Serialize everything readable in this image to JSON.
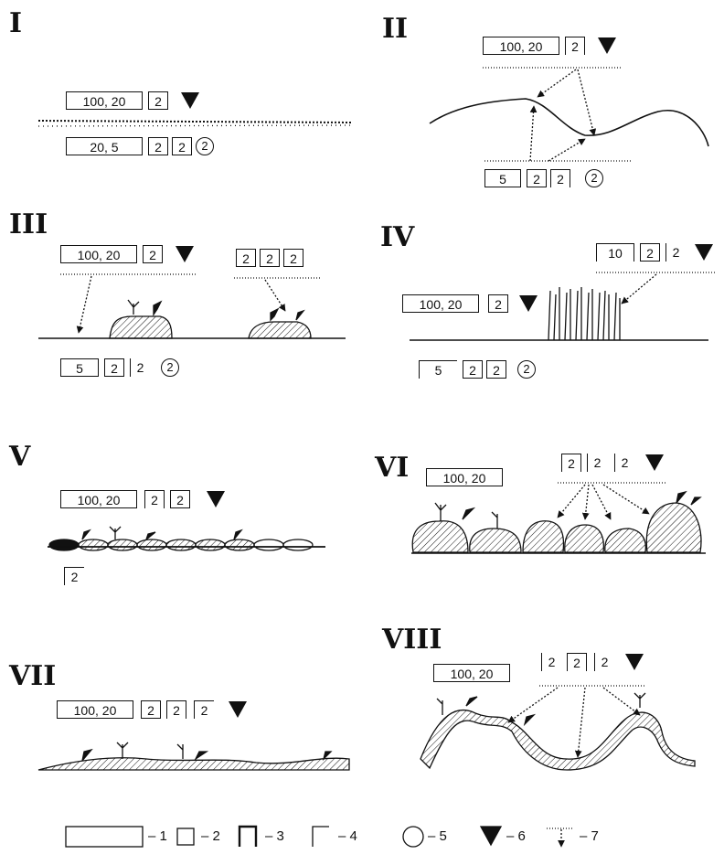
{
  "panels": {
    "I": {
      "label": "I",
      "top_boxes": [
        "100, 20",
        "2"
      ],
      "bottom_boxes": [
        "20, 5",
        "2",
        "2"
      ],
      "circle": "2"
    },
    "II": {
      "label": "II",
      "top_boxes": [
        "100, 20",
        "2"
      ],
      "bottom_boxes": [
        "5",
        "2",
        "2"
      ],
      "circle": "2"
    },
    "III": {
      "label": "III",
      "top_boxes": [
        "100, 20",
        "2"
      ],
      "right_boxes": [
        "2",
        "2",
        "2"
      ],
      "bottom_boxes": [
        "5",
        "2",
        "2"
      ],
      "circle": "2"
    },
    "IV": {
      "label": "IV",
      "left_boxes": [
        "100, 20",
        "2"
      ],
      "right_boxes": [
        "10",
        "2",
        "2"
      ],
      "bottom_boxes": [
        "5",
        "2",
        "2"
      ],
      "circle": "2"
    },
    "V": {
      "label": "V",
      "top_boxes": [
        "100, 20",
        "2",
        "2"
      ],
      "bottom_boxes": [
        "2"
      ]
    },
    "VI": {
      "label": "VI",
      "left_boxes": [
        "100, 20"
      ],
      "right_boxes": [
        "2",
        "2",
        "2"
      ]
    },
    "VII": {
      "label": "VII",
      "top_boxes": [
        "100, 20",
        "2",
        "2",
        "2"
      ]
    },
    "VIII": {
      "label": "VIII",
      "left_boxes": [
        "100, 20"
      ],
      "right_boxes": [
        "2",
        "2",
        "2"
      ]
    }
  },
  "legend": {
    "items": [
      "– 1",
      "– 2",
      "– 3",
      "– 4",
      "– 5",
      "– 6",
      "– 7"
    ]
  }
}
